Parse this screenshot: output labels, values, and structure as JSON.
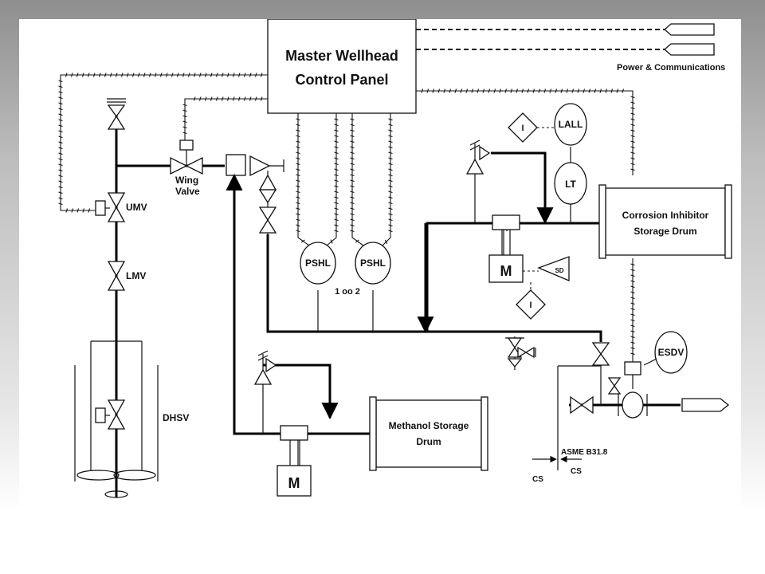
{
  "panel": {
    "line1": "Master Wellhead",
    "line2": "Control Panel"
  },
  "power_comms_label": "Power & Communications",
  "valves": {
    "wing_line1": "Wing",
    "wing_line2": "Valve",
    "umv": "UMV",
    "lmv": "LMV",
    "dhsv": "DHSV",
    "esdv": "ESDV"
  },
  "instruments": {
    "pshl_left": "PSHL",
    "pshl_right": "PSHL",
    "voting": "1 oo 2",
    "lall": "LALL",
    "lt": "LT",
    "interlock_top": "I",
    "interlock_bottom": "I",
    "sd": "SD"
  },
  "equipment": {
    "corrosion_line1": "Corrosion Inhibitor",
    "corrosion_line2": "Storage Drum",
    "methanol_line1": "Methanol Storage",
    "methanol_line2": "Drum",
    "motor_top": "M",
    "motor_bottom": "M"
  },
  "spec_break": {
    "code": "ASME B31.8",
    "cs_left": "CS",
    "cs_right": "CS"
  }
}
